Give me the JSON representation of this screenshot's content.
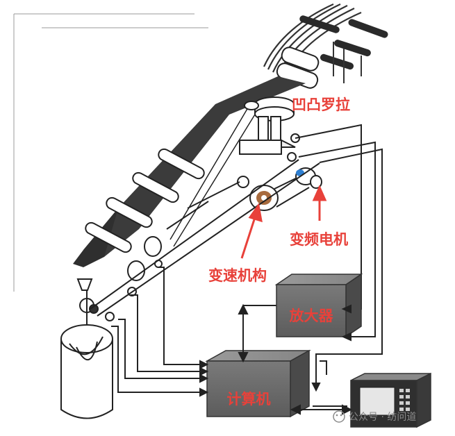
{
  "labels": {
    "cam_roller": "凹凸罗拉",
    "vfd_motor": "变频电机",
    "gear_mechanism": "变速机构",
    "amplifier": "放大器",
    "computer": "计算机"
  },
  "watermark": {
    "text": "公众号 · 纺问道"
  },
  "colors": {
    "label_red": "#e8413a",
    "box_gray": "#6f6f6f",
    "box_dark": "#3e3e3e",
    "line": "#222222"
  }
}
